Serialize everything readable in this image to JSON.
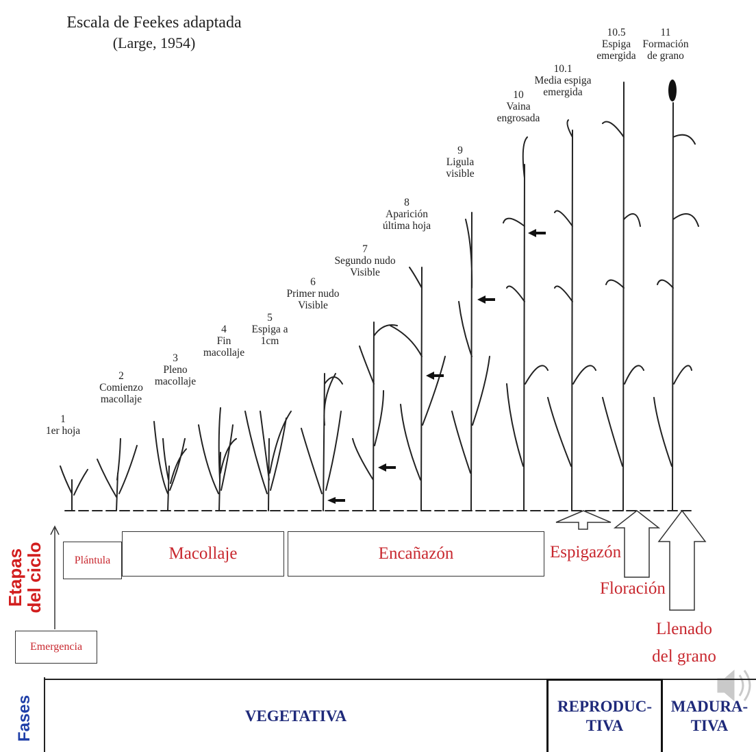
{
  "title": {
    "line1": "Escala de Feekes adaptada",
    "line2": "(Large, 1954)"
  },
  "stages": [
    {
      "num": "1",
      "l1": "1er hoja",
      "l2": "",
      "l3": ""
    },
    {
      "num": "2",
      "l1": "Comienzo",
      "l2": "macollaje",
      "l3": ""
    },
    {
      "num": "3",
      "l1": "Pleno",
      "l2": "macollaje",
      "l3": ""
    },
    {
      "num": "4",
      "l1": "Fin",
      "l2": "macollaje",
      "l3": ""
    },
    {
      "num": "5",
      "l1": "Espiga a",
      "l2": "1cm",
      "l3": ""
    },
    {
      "num": "6",
      "l1": "Primer nudo",
      "l2": "Visible",
      "l3": ""
    },
    {
      "num": "7",
      "l1": "Segundo nudo",
      "l2": "Visible",
      "l3": ""
    },
    {
      "num": "8",
      "l1": "Aparición",
      "l2": "última hoja",
      "l3": ""
    },
    {
      "num": "9",
      "l1": "Ligula",
      "l2": "visible",
      "l3": ""
    },
    {
      "num": "10",
      "l1": "Vaina",
      "l2": "engrosada",
      "l3": ""
    },
    {
      "num": "10.1",
      "l1": "Media espiga",
      "l2": "emergida",
      "l3": ""
    },
    {
      "num": "10.5",
      "l1": "Espiga",
      "l2": "emergida",
      "l3": ""
    },
    {
      "num": "11",
      "l1": "Formación",
      "l2": "de grano",
      "l3": ""
    }
  ],
  "cycle": {
    "axis_label_1": "Etapas",
    "axis_label_2": "del ciclo",
    "emergencia": "Emergencia",
    "plantula": "Plántula",
    "macollaje": "Macollaje",
    "encanazon": "Encañazón",
    "espigazon": "Espigazón",
    "floracion": "Floración",
    "llenado_1": "Llenado",
    "llenado_2": "del grano"
  },
  "phases": {
    "axis_label": "Fases",
    "vegetativa": "VEGETATIVA",
    "reproductiva_1": "REPRODUC-",
    "reproductiva_2": "TIVA",
    "madurativa_1": "MADURA-",
    "madurativa_2": "TIVA"
  },
  "colors": {
    "accent_red": "#c8282f",
    "phase_blue": "#1f2a7a",
    "axis_red": "#d21e1e",
    "axis_blue": "#1f3fa8"
  }
}
